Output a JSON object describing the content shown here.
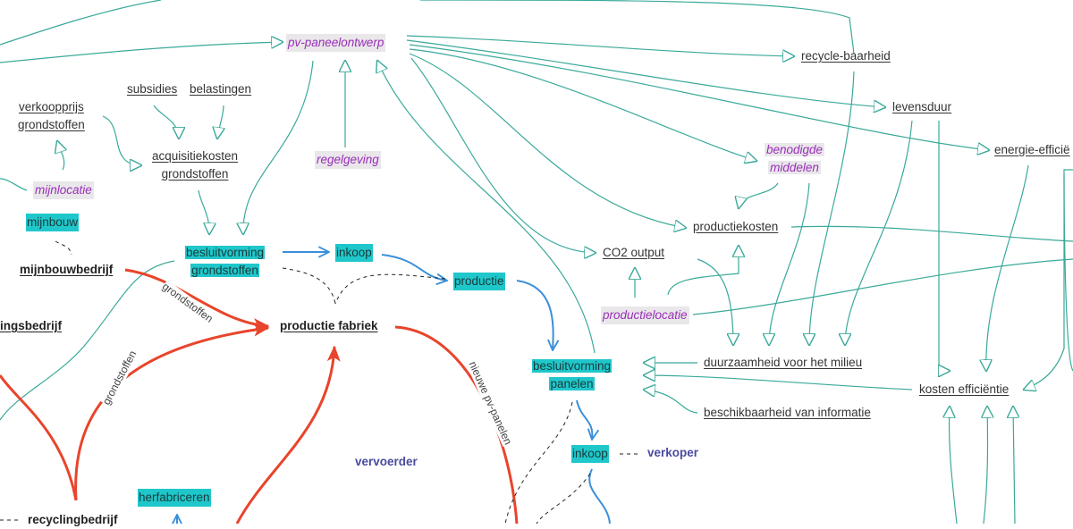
{
  "colors": {
    "activity": "#1fc7cb",
    "influence_line": "#3aa99a",
    "external_factor": "#9a2fb8",
    "material_flow": "#e8452c",
    "process_flow": "#3a8fd9",
    "actor": "#4a4aa0"
  },
  "nodes": {
    "pv_paneelontwerp": "pv-paneelontwerp",
    "recycle_baarheid": "recycle-baarheid",
    "levensduur": "levensduur",
    "energie_efficientie": "energie-efficië",
    "benodigde_middelen": [
      "benodigde",
      "middelen"
    ],
    "verkoopprijs_grondstoffen": [
      "verkoopprijs",
      "grondstoffen"
    ],
    "subsidies": "subsidies",
    "belastingen": "belastingen",
    "acquisitiekosten_grondstoffen": [
      "acquisitiekosten",
      "grondstoffen"
    ],
    "regelgeving": "regelgeving",
    "mijnlocatie": "mijnlocatie",
    "mijnbouw": "mijnbouw",
    "mijnbouwbedrijf": "mijnbouwbedrijf",
    "recyclingsbedrijf_partial": "ingsbedrijf",
    "besluitvorming_grondstoffen": [
      "besluitvorming",
      "grondstoffen"
    ],
    "inkoop_1": "inkoop",
    "productie": "productie",
    "productiekosten": "productiekosten",
    "co2_output": "CO2 output",
    "productielocatie": "productielocatie",
    "productie_fabriek": "productie fabriek",
    "duurzaamheid": "duurzaamheid voor het milieu",
    "kosten_efficientie": "kosten efficiëntie",
    "beschikbaarheid": "beschikbaarheid van informatie",
    "besluitvorming_panelen": [
      "besluitvorming",
      "panelen"
    ],
    "inkoop_2": "inkoop",
    "verkoper": "verkoper",
    "vervoerder": "vervoerder",
    "herfabriceren": "herfabriceren",
    "recyclingbedrijf": "recyclingbedrijf"
  },
  "edge_labels": {
    "grondstoffen_1": "grondstoffen",
    "grondstoffen_2": "grondstoffen",
    "nieuwe_pv_panelen": "nieuwe pv-panelen"
  }
}
